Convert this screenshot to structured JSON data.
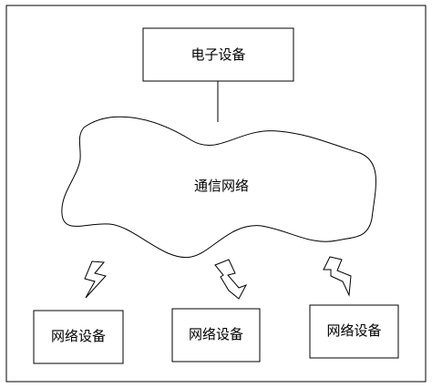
{
  "diagram": {
    "electronic_device": {
      "label": "电子设备"
    },
    "network": {
      "label": "通信网络"
    },
    "network_devices": [
      {
        "label": "网络设备"
      },
      {
        "label": "网络设备"
      },
      {
        "label": "网络设备"
      }
    ]
  },
  "colors": {
    "stroke": "#000000",
    "background": "#ffffff"
  }
}
